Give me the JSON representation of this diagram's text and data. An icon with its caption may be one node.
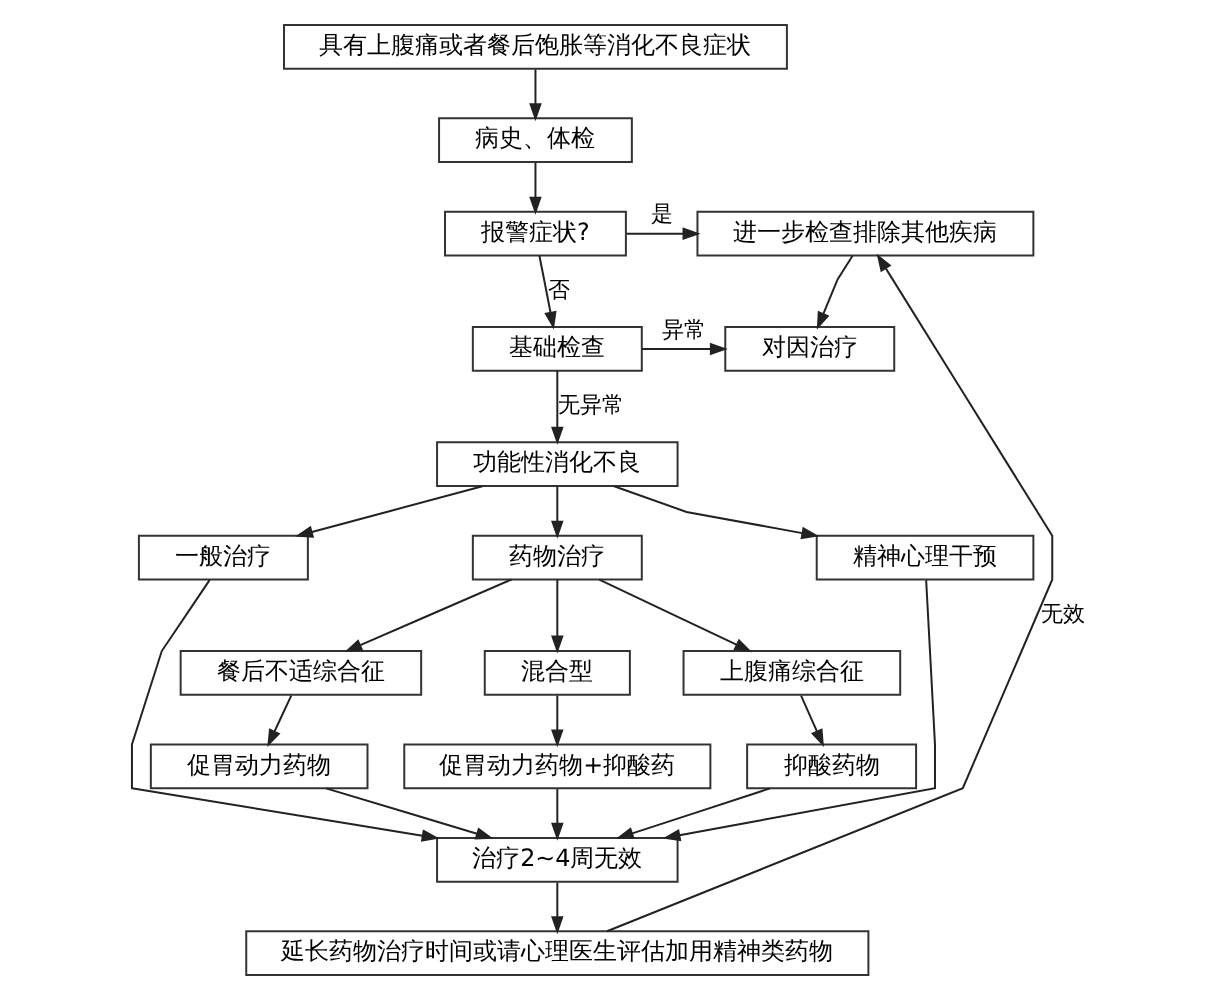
{
  "diagram": {
    "nodes": [
      {
        "text": [
          "具有上腹痛或者餐后饱胀等消化不良症状"
        ]
      },
      {
        "text": [
          "病史、体检"
        ]
      },
      {
        "text": [
          "报警症状?"
        ]
      },
      {
        "text": [
          "进一步检查排除其他疾病"
        ]
      },
      {
        "text": [
          "基础检查"
        ]
      },
      {
        "text": [
          "对因治疗"
        ]
      },
      {
        "text": [
          "功能性消化不良"
        ]
      },
      {
        "text": [
          "一般治疗"
        ]
      },
      {
        "text": [
          "药物治疗"
        ]
      },
      {
        "text": [
          "精神心理干预"
        ]
      },
      {
        "text": [
          "餐后不适综合征"
        ]
      },
      {
        "text": [
          "混合型"
        ]
      },
      {
        "text": [
          "上腹痛综合征"
        ]
      },
      {
        "text": [
          "促胃动力药物"
        ]
      },
      {
        "text": [
          "促胃动力药物+抑酸药"
        ]
      },
      {
        "text": [
          "抑酸药物"
        ]
      },
      {
        "text": [
          "治疗2~4周无效"
        ]
      },
      {
        "text": [
          "延长药物治疗时间或请心理医生评估加用精神类药物"
        ]
      }
    ],
    "edges": [
      {
        "from": 0,
        "to": 1,
        "arrow": "to"
      },
      {
        "from": 1,
        "to": 2,
        "arrow": "to"
      },
      {
        "from": 2,
        "to": 3,
        "arrow": "to",
        "label": "是"
      },
      {
        "from": 2,
        "to": 4,
        "arrow": "to",
        "label": "否"
      },
      {
        "from": 3,
        "to": 5,
        "arrow": "to"
      },
      {
        "from": 4,
        "to": 5,
        "arrow": "to",
        "label": "异常"
      },
      {
        "from": 4,
        "to": 6,
        "arrow": "to",
        "label": "无异常"
      },
      {
        "from": 6,
        "to": 7,
        "arrow": "to"
      },
      {
        "from": 6,
        "to": 8,
        "arrow": "to"
      },
      {
        "from": 6,
        "to": 9,
        "arrow": "to"
      },
      {
        "from": 8,
        "to": 10,
        "arrow": "to"
      },
      {
        "from": 8,
        "to": 11,
        "arrow": "to"
      },
      {
        "from": 8,
        "to": 12,
        "arrow": "to"
      },
      {
        "from": 10,
        "to": 13,
        "arrow": "to"
      },
      {
        "from": 11,
        "to": 14,
        "arrow": "to"
      },
      {
        "from": 12,
        "to": 15,
        "arrow": "to"
      },
      {
        "from": 7,
        "to": 16,
        "arrow": "to"
      },
      {
        "from": 13,
        "to": 16,
        "arrow": "to"
      },
      {
        "from": 14,
        "to": 16,
        "arrow": "to"
      },
      {
        "from": 15,
        "to": 16,
        "arrow": "to"
      },
      {
        "from": 9,
        "to": 16,
        "arrow": "to"
      },
      {
        "from": 16,
        "to": 17,
        "arrow": "to"
      },
      {
        "from": 17,
        "to": 3,
        "arrow": "to",
        "label": "无效"
      }
    ]
  }
}
